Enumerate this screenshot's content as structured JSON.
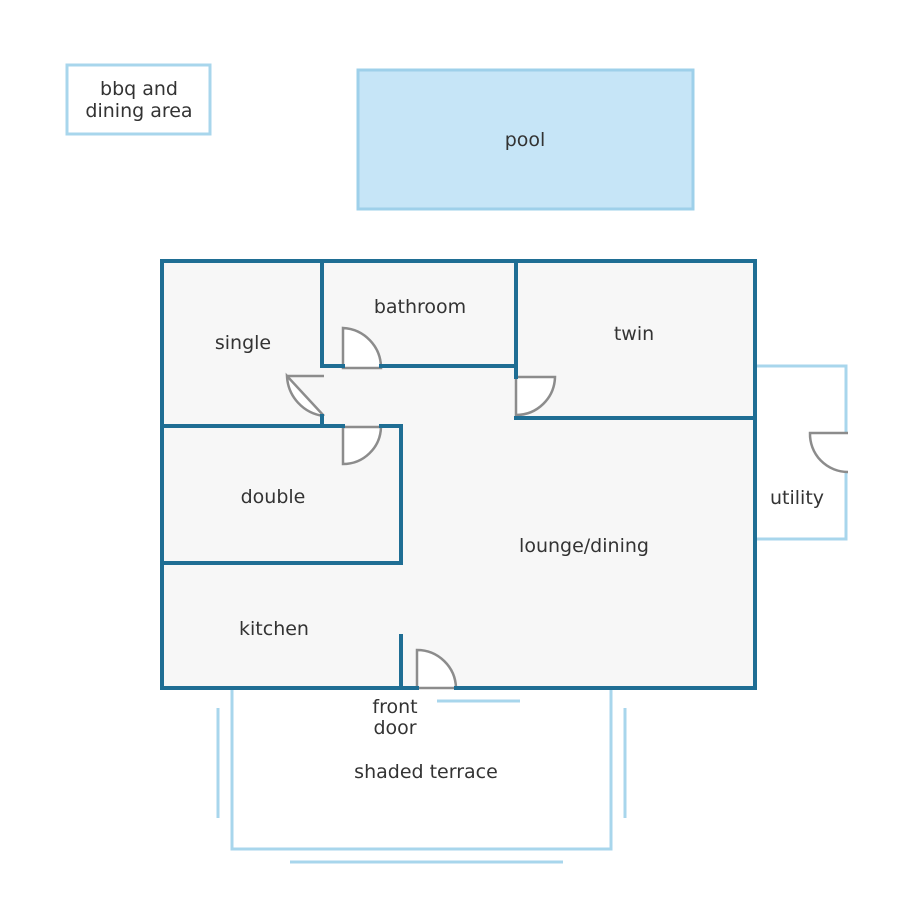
{
  "colors": {
    "wall": "#1f6e94",
    "outline_light": "#a8d6ec",
    "pool_fill": "#c6e5f7",
    "pool_stroke": "#9ed0ea",
    "room_fill": "#f7f7f7",
    "door": "#8c8c8c",
    "text": "#333333"
  },
  "labels": {
    "bbq_line1": "bbq and",
    "bbq_line2": "dining area",
    "pool": "pool",
    "bathroom": "bathroom",
    "single": "single",
    "twin": "twin",
    "double": "double",
    "lounge": "lounge/dining",
    "utility": "utility",
    "kitchen": "kitchen",
    "front_line1": "front",
    "front_line2": "door",
    "terrace": "shaded terrace"
  }
}
